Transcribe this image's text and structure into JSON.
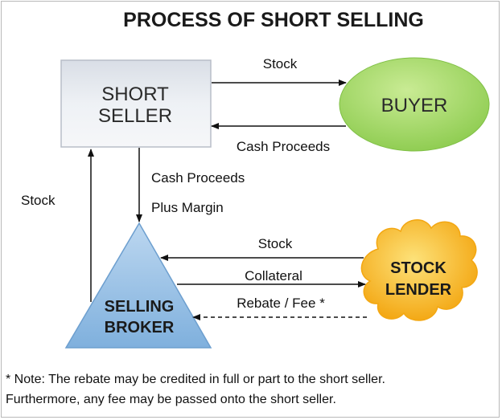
{
  "title": "PROCESS OF SHORT SELLING",
  "nodes": {
    "short_seller": [
      "SHORT",
      "SELLER"
    ],
    "buyer": "BUYER",
    "stock_lender": [
      "STOCK",
      "LENDER"
    ],
    "selling_broker": [
      "SELLING",
      "BROKER"
    ]
  },
  "edges": {
    "seller_to_buyer": "Stock",
    "buyer_to_seller": "Cash Proceeds",
    "seller_to_broker_line1": "Cash Proceeds",
    "seller_to_broker_line2": "Plus Margin",
    "broker_to_seller": "Stock",
    "lender_to_broker": "Stock",
    "broker_to_lender": "Collateral",
    "lender_rebate": "Rebate / Fee *"
  },
  "note": {
    "line1": "*   Note: The rebate may be credited in full or part to the short seller.",
    "line2": "Furthermore, any fee may be passed onto the short seller."
  },
  "colors": {
    "seller_box_top": "#dfe3ea",
    "seller_box_bottom": "#f3f5f8",
    "buyer_fill": "#a8d66a",
    "lender_fill": "#f7b21a",
    "broker_fill": "#9dc3e6"
  }
}
